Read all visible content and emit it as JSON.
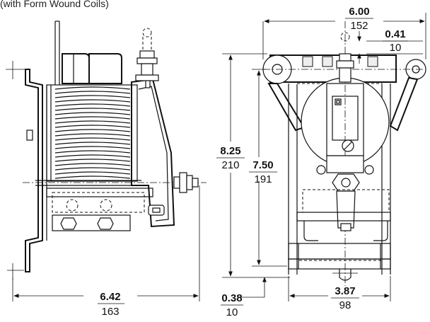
{
  "caption": "(with Form Wound Coils)",
  "dimensions": {
    "side_width": {
      "inches": "6.42",
      "mm": "163"
    },
    "front_width": {
      "inches": "3.87",
      "mm": "98"
    },
    "overall_width": {
      "inches": "6.00",
      "mm": "152"
    },
    "top_offset": {
      "inches": "0.41",
      "mm": "10"
    },
    "overall_height": {
      "inches": "8.25",
      "mm": "210"
    },
    "mount_height": {
      "inches": "7.50",
      "mm": "191"
    },
    "bottom_offset": {
      "inches": "0.38",
      "mm": "10"
    }
  },
  "icons": {
    "terminal": "terminal-icon",
    "coil": "coil-icon"
  }
}
